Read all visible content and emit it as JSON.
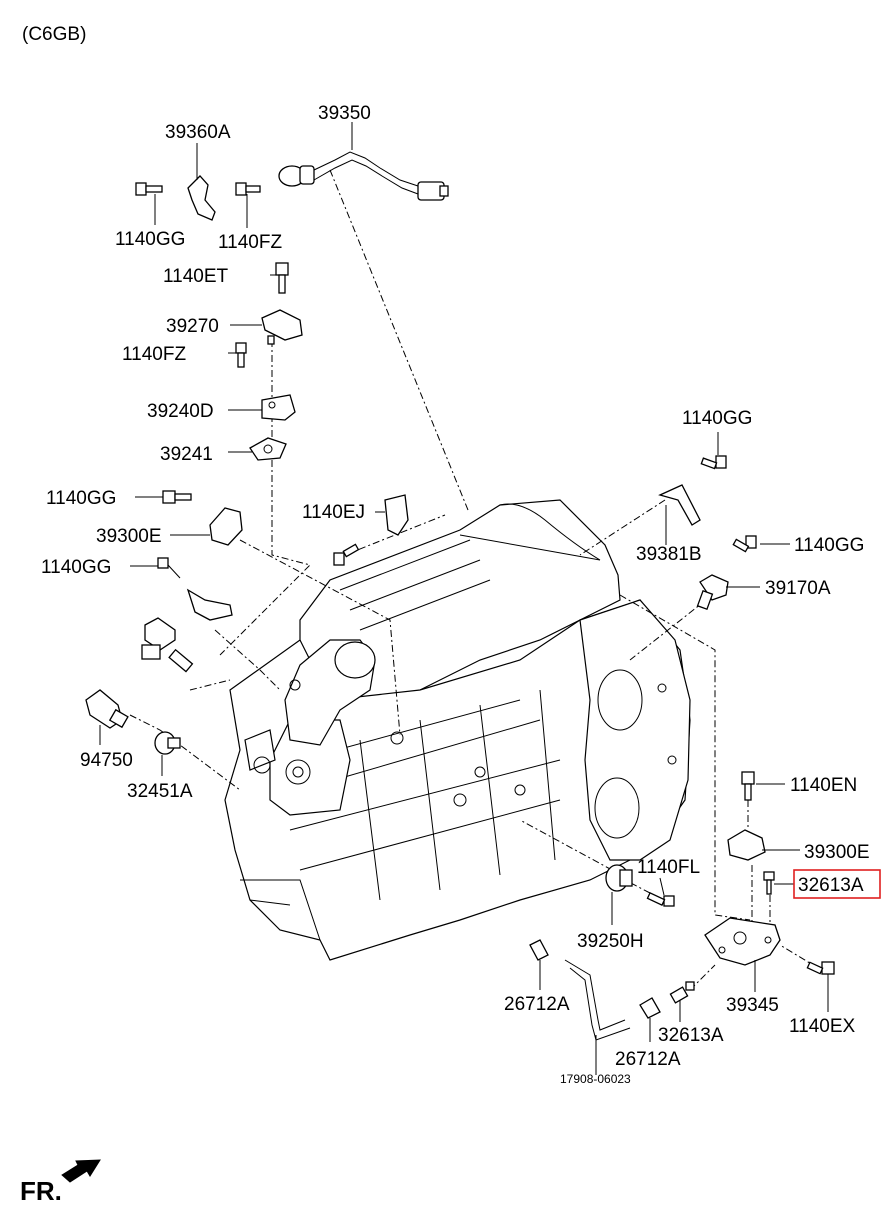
{
  "header": {
    "model_code": "(C6GB)"
  },
  "footer": {
    "drawing_number": "17908-06023",
    "front_marker": "FR."
  },
  "highlight": {
    "part_number": "32613A",
    "color": "#e02020"
  },
  "labels": {
    "p39350": "39350",
    "p39360A": "39360A",
    "p1140GG_a": "1140GG",
    "p1140FZ_a": "1140FZ",
    "p1140ET": "1140ET",
    "p39270": "39270",
    "p1140FZ_b": "1140FZ",
    "p39240D": "39240D",
    "p39241": "39241",
    "p1140GG_b": "1140GG",
    "p39300E_a": "39300E",
    "p1140EJ": "1140EJ",
    "p1140GG_c": "1140GG",
    "p1140GG_d": "1140GG",
    "p39381B": "39381B",
    "p1140GG_e": "1140GG",
    "p39170A": "39170A",
    "p94750": "94750",
    "p32451A": "32451A",
    "p1140EN": "1140EN",
    "p39300E_b": "39300E",
    "p32613A_hl": "32613A",
    "p1140FL": "1140FL",
    "p39250H": "39250H",
    "p39345": "39345",
    "p26712A_a": "26712A",
    "p32613A": "32613A",
    "p26712A_b": "26712A",
    "p1140EX": "1140EX"
  }
}
